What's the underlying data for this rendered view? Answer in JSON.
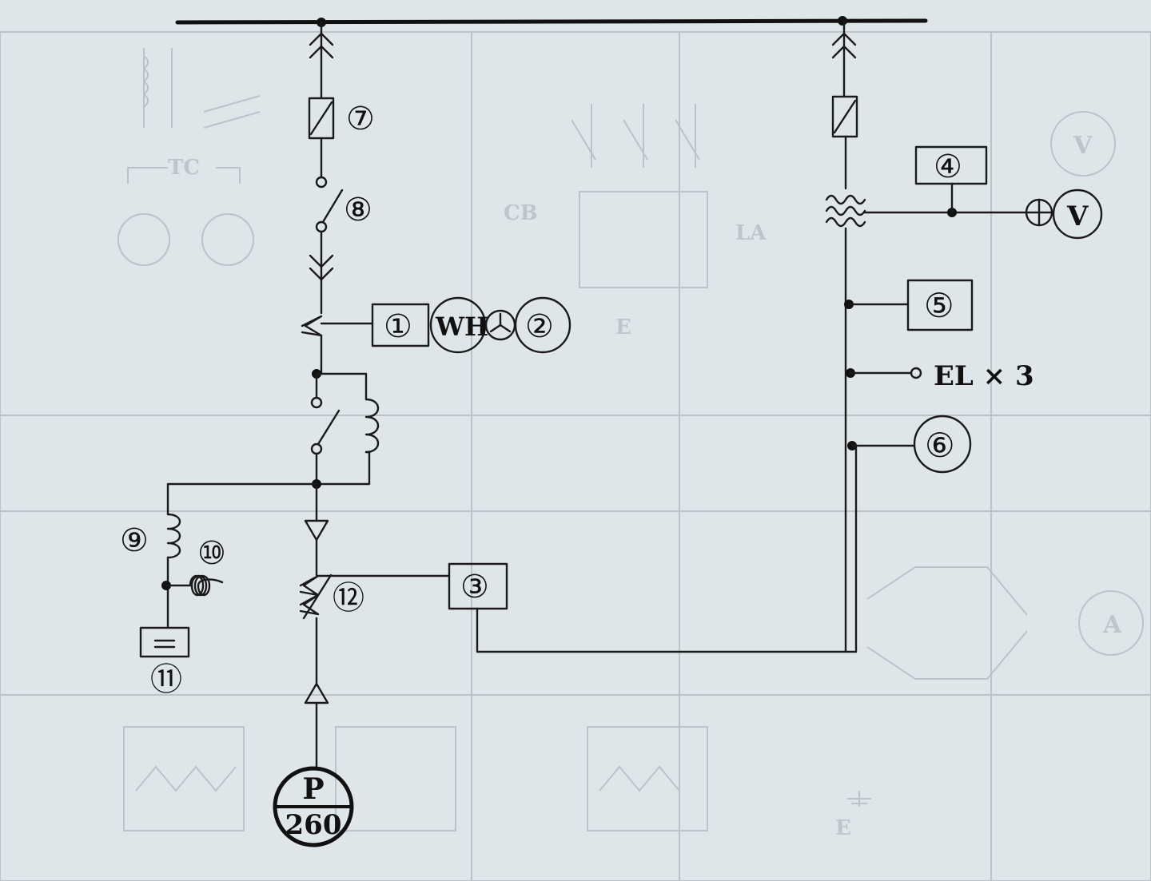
{
  "labels": {
    "n1": "①",
    "n2": "②",
    "n3": "③",
    "n4": "④",
    "n5": "⑤",
    "n6": "⑥",
    "n7": "⑦",
    "n8": "⑧",
    "n9": "⑨",
    "n10": "⑩",
    "n11": "⑪",
    "n12": "⑫",
    "wh": "WH",
    "voltmeter": "V",
    "el": "EL × 3",
    "p_top": "P",
    "p_bottom": "260"
  },
  "background_text": {
    "tc": "TC",
    "cb": "CB",
    "la": "LA",
    "v": "V",
    "a": "A",
    "e1": "E",
    "e2": "E"
  },
  "colors": {
    "paper": "#dfe6ea",
    "ink": "#1a1a1a",
    "ghost": "#b9c3c9"
  }
}
